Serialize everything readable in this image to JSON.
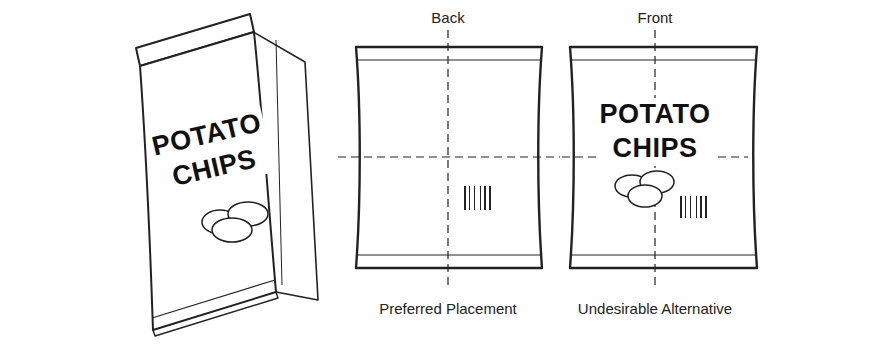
{
  "diagram": {
    "labels": [
      "POTATO CHIPS",
      "Back",
      "Front",
      "POTATO CHIPS",
      "Preferred Placement",
      "Undesirable Alternative"
    ]
  }
}
